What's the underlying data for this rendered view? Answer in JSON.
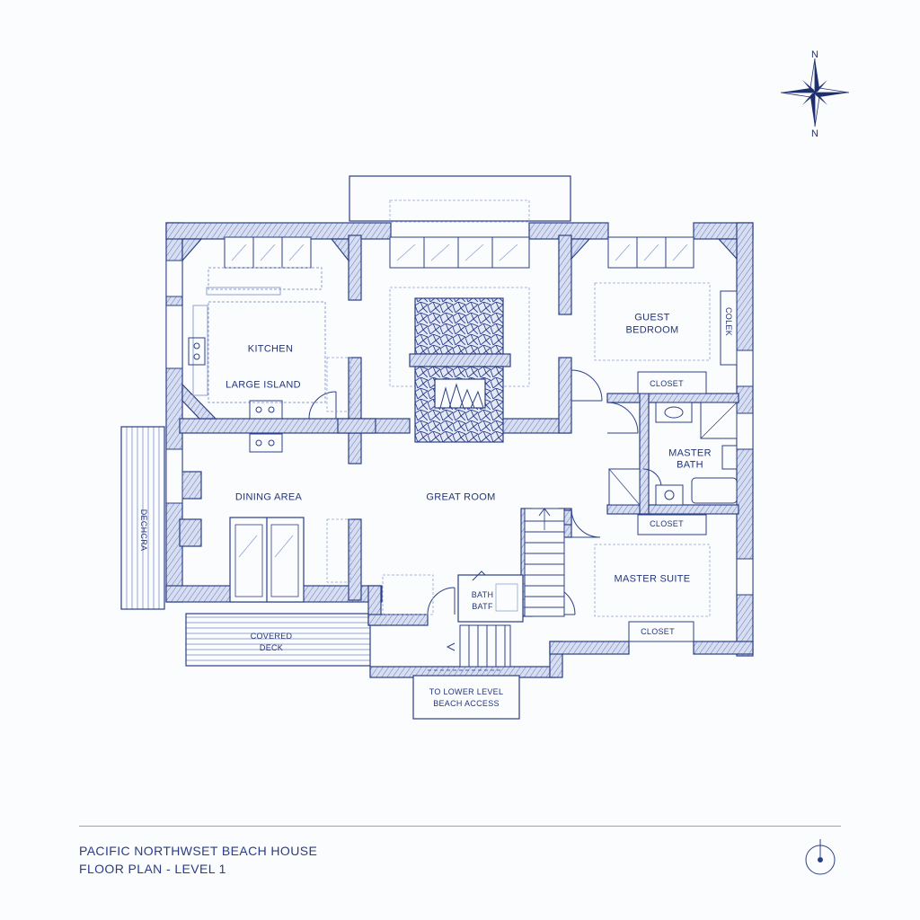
{
  "compass": {
    "north_top": "N",
    "north_bottom": "N"
  },
  "rooms": {
    "kitchen": "KITCHEN",
    "large_island": "LARGE ISLAND",
    "dining": "DINING AREA",
    "great_room": "GREAT ROOM",
    "guest_bedroom_line1": "GUEST",
    "guest_bedroom_line2": "BEDROOM",
    "guest_closet": "CLOSET",
    "desk": "COLEK",
    "master_bath_line1": "MASTER",
    "master_bath_line2": "BATH",
    "master_closet": "CLOSET",
    "master_suite": "MASTER SUITE",
    "master_closet_2": "CLOSET",
    "bath_line1": "BATH",
    "bath_line2": "BATF",
    "bath_sign": "",
    "covered_deck_line1": "COVERED",
    "covered_deck_line2": "DECK",
    "side_deck": "DECHCRA",
    "lower_level_line1": "TO LOWER LEVEL",
    "lower_level_line2": "BEACH ACCESS"
  },
  "title_block": {
    "line1": "PACIFIC NORTHWSET BEACH HOUSE",
    "line2": "FLOOR PLAN - LEVEL 1"
  },
  "colors": {
    "ink": "#2b3f86",
    "wall_fill": "#c9d3ec",
    "light_line": "#8fa1cf",
    "background": "#fbfcfe"
  }
}
